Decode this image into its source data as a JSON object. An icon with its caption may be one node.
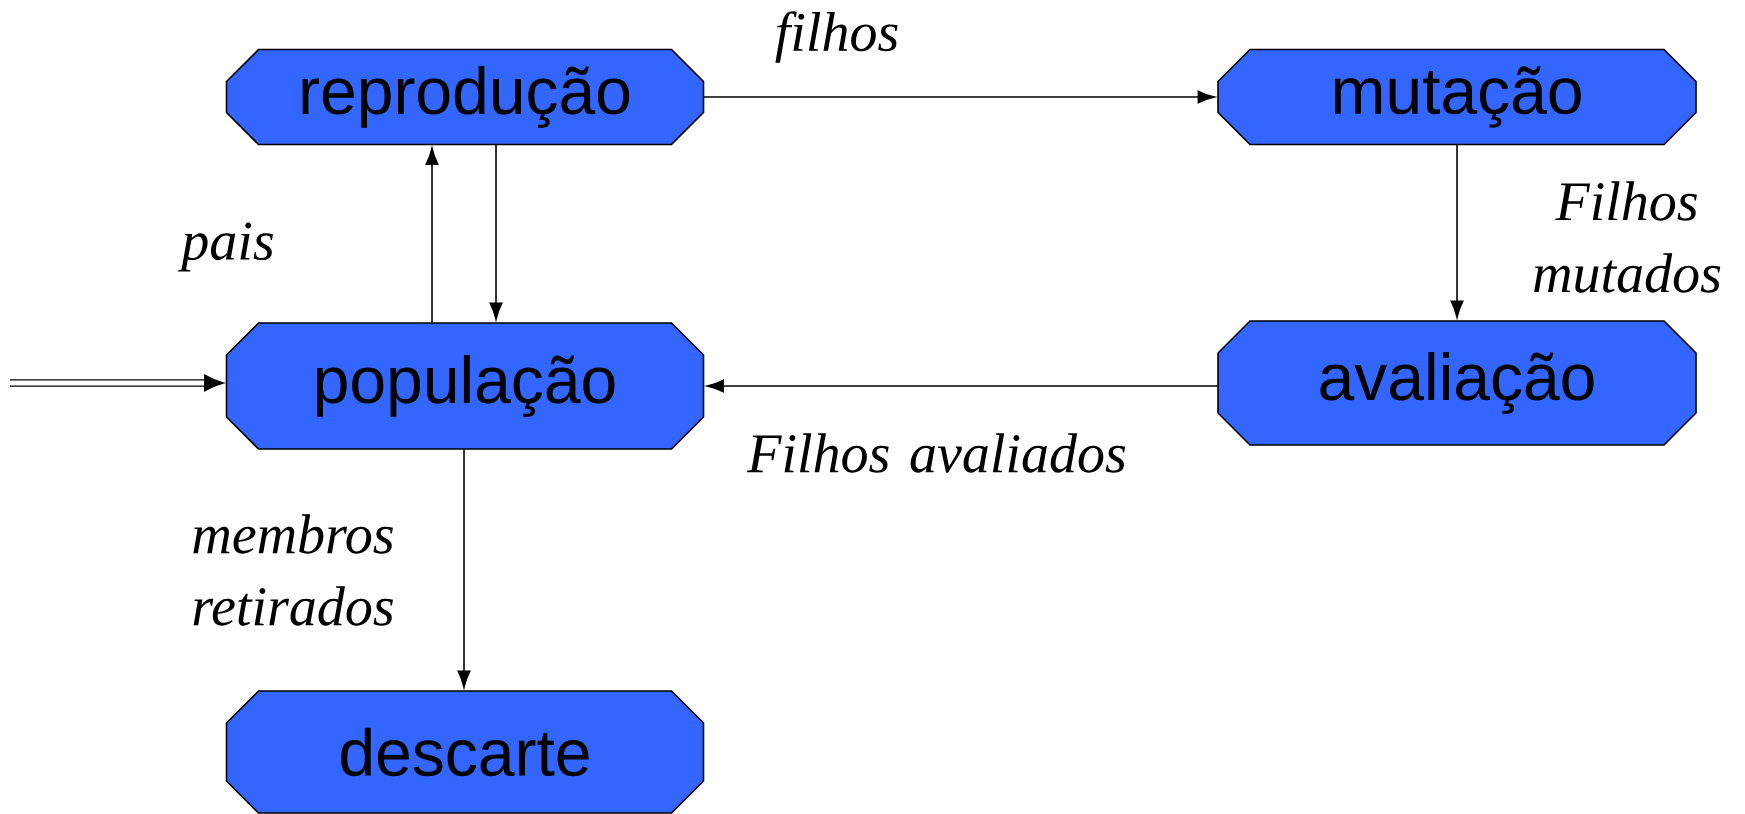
{
  "diagram": {
    "nodes": [
      {
        "text": [
          "reprodução"
        ]
      },
      {
        "text": [
          "mutação"
        ]
      },
      {
        "text": [
          "população"
        ]
      },
      {
        "text": [
          "avaliação"
        ]
      },
      {
        "text": [
          "descarte"
        ]
      }
    ],
    "edges": [
      {
        "from": 0,
        "to": 1,
        "arrow": "to",
        "label": "filhos"
      },
      {
        "from": 2,
        "to": 0,
        "arrow": "to",
        "label": "pais"
      },
      {
        "from": 0,
        "to": 2,
        "arrow": "to"
      },
      {
        "from": 1,
        "to": 3,
        "arrow": "to",
        "label": "Filhos mutados"
      },
      {
        "from": 3,
        "to": 2,
        "arrow": "to",
        "label": "Filhos avaliados"
      },
      {
        "from": 2,
        "to": 4,
        "arrow": "to",
        "label": "membros retirados"
      },
      {
        "from": null,
        "to": 2,
        "arrow": "to",
        "style": "thick"
      }
    ]
  }
}
